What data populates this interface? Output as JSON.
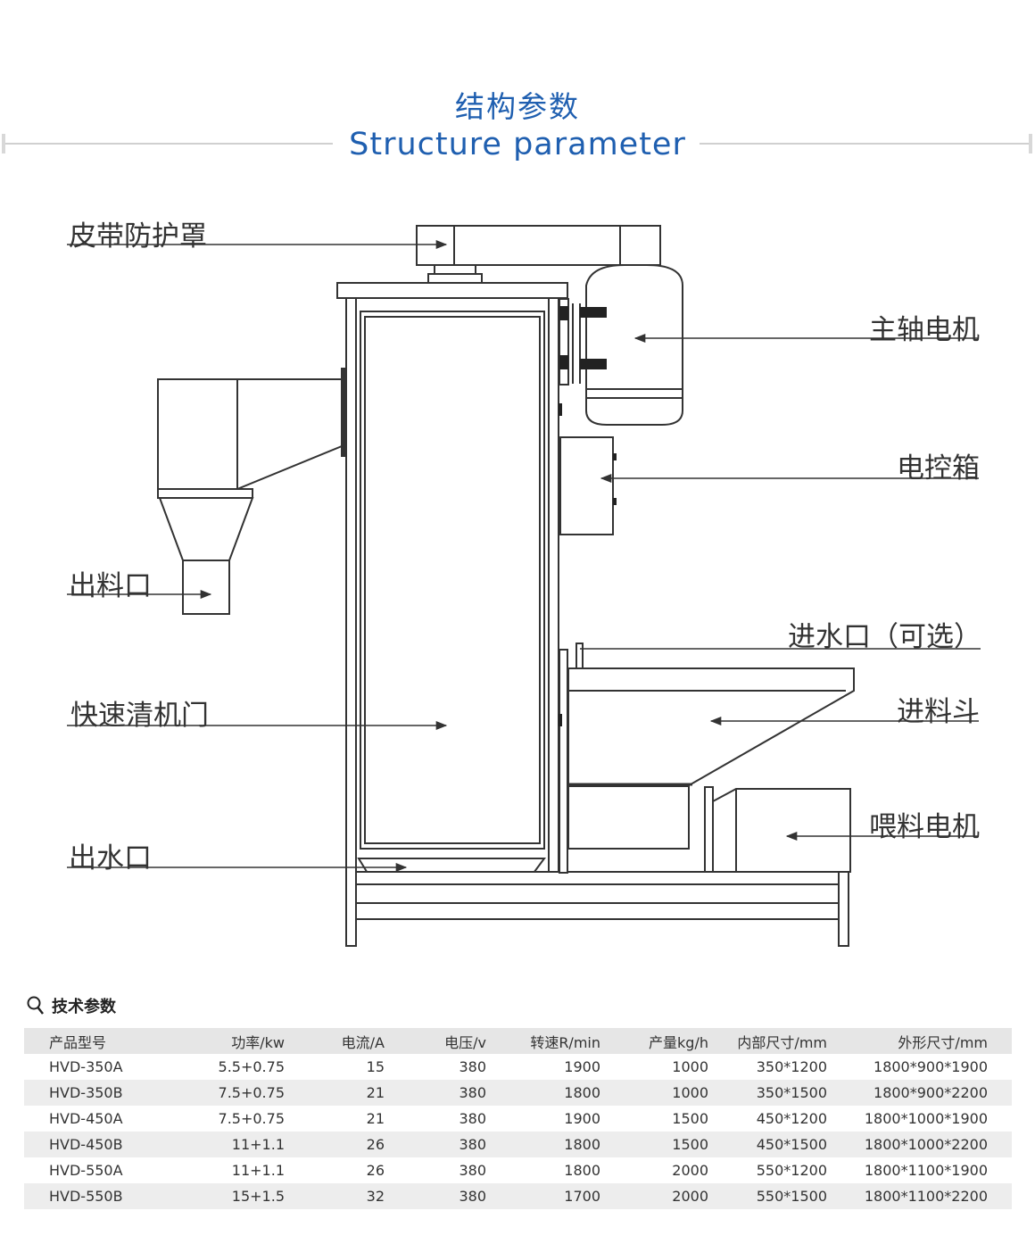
{
  "header": {
    "title_cn": "结构参数",
    "title_en": "Structure parameter"
  },
  "labels": {
    "belt_guard": "皮带防护罩",
    "main_motor": "主轴电机",
    "control_box": "电控箱",
    "discharge_port": "出料口",
    "water_inlet": "进水口（可选）",
    "hopper": "进料斗",
    "quick_clean_door": "快速清机门",
    "feed_motor": "喂料电机",
    "water_outlet": "出水口"
  },
  "specs": {
    "title": "技术参数",
    "columns": [
      "产品型号",
      "功率/kw",
      "电流/A",
      "电压/v",
      "转速R/min",
      "产量kg/h",
      "内部尺寸/mm",
      "外形尺寸/mm"
    ],
    "rows": [
      [
        "HVD-350A",
        "5.5+0.75",
        "15",
        "380",
        "1900",
        "1000",
        "350*1200",
        "1800*900*1900"
      ],
      [
        "HVD-350B",
        "7.5+0.75",
        "21",
        "380",
        "1800",
        "1000",
        "350*1500",
        "1800*900*2200"
      ],
      [
        "HVD-450A",
        "7.5+0.75",
        "21",
        "380",
        "1900",
        "1500",
        "450*1200",
        "1800*1000*1900"
      ],
      [
        "HVD-450B",
        "11+1.1",
        "26",
        "380",
        "1800",
        "1500",
        "450*1500",
        "1800*1000*2200"
      ],
      [
        "HVD-550A",
        "11+1.1",
        "26",
        "380",
        "1800",
        "2000",
        "550*1200",
        "1800*1100*1900"
      ],
      [
        "HVD-550B",
        "15+1.5",
        "32",
        "380",
        "1700",
        "2000",
        "550*1500",
        "1800*1100*2200"
      ]
    ]
  },
  "colors": {
    "title_blue": "#1f5fb0",
    "line": "#333333"
  }
}
